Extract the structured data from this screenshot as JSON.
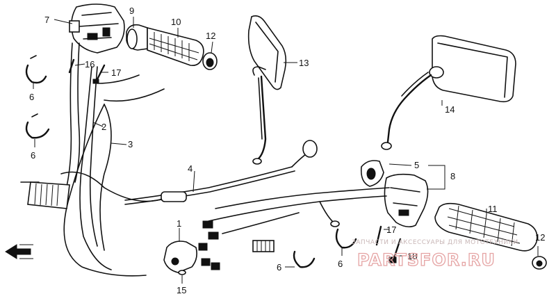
{
  "callouts": {
    "c7": "7",
    "c9": "9",
    "c10": "10",
    "c12a": "12",
    "c13": "13",
    "c16": "16",
    "c17a": "17",
    "c6a": "6",
    "c2": "2",
    "c14": "14",
    "c6b": "6",
    "c3": "3",
    "c4": "4",
    "c5": "5",
    "c8": "8",
    "c1": "1",
    "c11": "11",
    "c17b": "17",
    "c12b": "12",
    "c6c": "6",
    "c18": "18",
    "c6d": "6",
    "c15": "15"
  },
  "watermark": {
    "line1": "ЗАПЧАСТИ И АКСЕССУАРЫ ДЛЯ МОТОТЕХНИКИ",
    "line2": "PARTSFOR.RU"
  },
  "colors": {
    "line": "#111111",
    "watermark": "#e5a3a3"
  }
}
